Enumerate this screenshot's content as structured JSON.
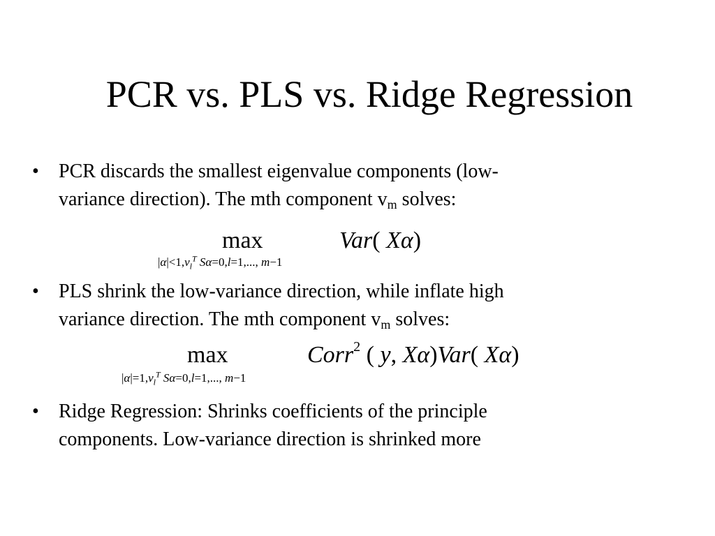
{
  "slide": {
    "title": "PCR vs. PLS vs. Ridge Regression"
  },
  "bullets": [
    {
      "marker": "•",
      "line1": "PCR discards the smallest eigenvalue components (low-",
      "line2_a": "variance direction). The mth component v",
      "line2_sub": "m",
      "line2_b": " solves:"
    },
    {
      "marker": "•",
      "line1": "PLS shrink the low-variance direction, while inflate high",
      "line2_a": "variance direction. The mth component v",
      "line2_sub": "m",
      "line2_b": " solves:"
    },
    {
      "marker": "•",
      "line1": "Ridge Regression: Shrinks coefficients of the principle",
      "line2_a": "components. Low-variance direction is shrinked more"
    }
  ],
  "equations": [
    {
      "operator": "max",
      "constraint": "|α|<1, v_l^T Sα=0, l=1,..., m−1",
      "expression": "Var(Xα)"
    },
    {
      "operator": "max",
      "constraint": "|α|=1, v_l^T Sα=0, l=1,..., m−1",
      "expression": "Corr^2(y, Xα)Var(Xα)"
    }
  ]
}
